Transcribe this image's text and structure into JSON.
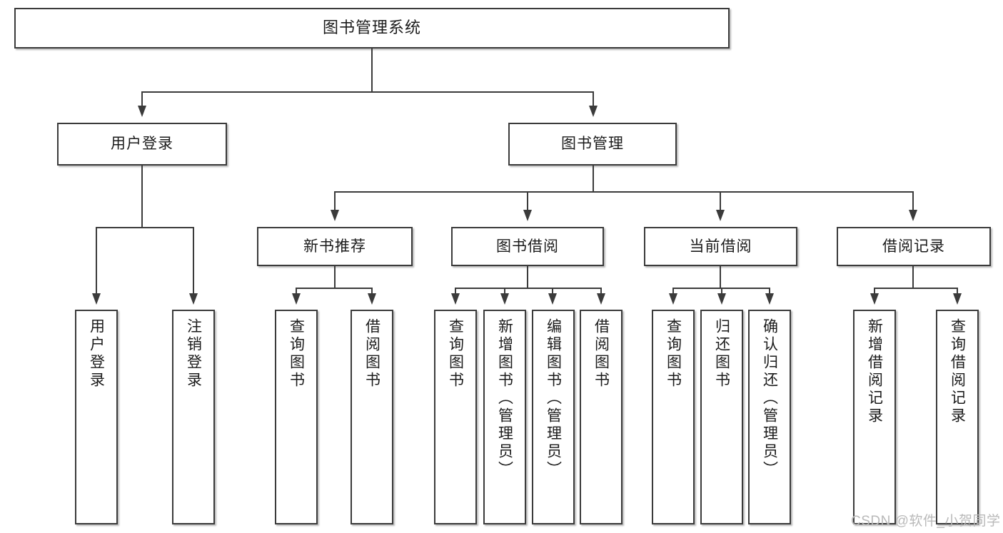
{
  "diagram": {
    "type": "tree-hierarchy",
    "title": "图书管理系统",
    "watermark": "CSDN @软件_小贺同学",
    "colors": {
      "stroke": "#3b3b3b",
      "fill": "#ffffff",
      "text": "#1b1b1b",
      "watermark": "#b9b9b9"
    },
    "root": {
      "label": "图书管理系统"
    },
    "level2": [
      {
        "label": "用户登录"
      },
      {
        "label": "图书管理"
      }
    ],
    "level3": [
      {
        "label": "新书推荐"
      },
      {
        "label": "图书借阅"
      },
      {
        "label": "当前借阅"
      },
      {
        "label": "借阅记录"
      }
    ],
    "leaves": {
      "user_login": [
        {
          "label": "用户登录"
        },
        {
          "label": "注销登录"
        }
      ],
      "new_book": [
        {
          "label": "查询图书"
        },
        {
          "label": "借阅图书"
        }
      ],
      "book_borrow": [
        {
          "label": "查询图书"
        },
        {
          "label": "新增图书（管理员）"
        },
        {
          "label": "编辑图书（管理员）"
        },
        {
          "label": "借阅图书"
        }
      ],
      "current_borrow": [
        {
          "label": "查询图书"
        },
        {
          "label": "归还图书"
        },
        {
          "label": "确认归还（管理员）"
        }
      ],
      "borrow_record": [
        {
          "label": "新增借阅记录"
        },
        {
          "label": "查询借阅记录"
        }
      ]
    }
  }
}
